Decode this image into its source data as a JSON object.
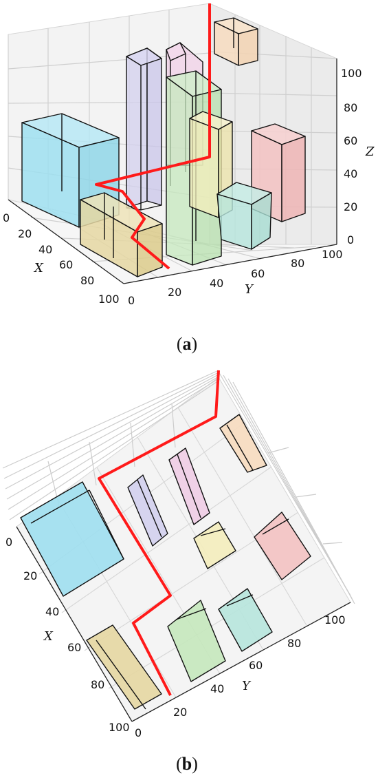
{
  "panel_a": {
    "caption_open": "(",
    "caption_letter": "a",
    "caption_close": ")",
    "x_label": "X",
    "y_label": "Y",
    "z_label": "Z",
    "x_ticks": [
      "0",
      "20",
      "40",
      "60",
      "80",
      "100"
    ],
    "y_ticks": [
      "0",
      "20",
      "40",
      "60",
      "80",
      "100"
    ],
    "z_ticks": [
      "0",
      "20",
      "40",
      "60",
      "80",
      "100"
    ]
  },
  "panel_b": {
    "caption_open": "(",
    "caption_letter": "b",
    "caption_close": ")",
    "x_label": "X",
    "y_label": "Y",
    "x_ticks": [
      "0",
      "20",
      "40",
      "60",
      "80",
      "100"
    ],
    "y_ticks": [
      "0",
      "20",
      "40",
      "60",
      "80",
      "100"
    ]
  },
  "colors": {
    "path": "#ff1a1a",
    "grid": "#cfcfcf",
    "pane": "#f2f2f2",
    "box_edge": "#111111",
    "cyan": "#9edff0",
    "lavender": "#d3d0ee",
    "pink": "#efcde6",
    "peach": "#f7dcbf",
    "green": "#c5e8bd",
    "yellow": "#f4edbc",
    "khaki": "#e5d7a2",
    "rose": "#f3c2c2",
    "teal": "#b7e6dd"
  }
}
